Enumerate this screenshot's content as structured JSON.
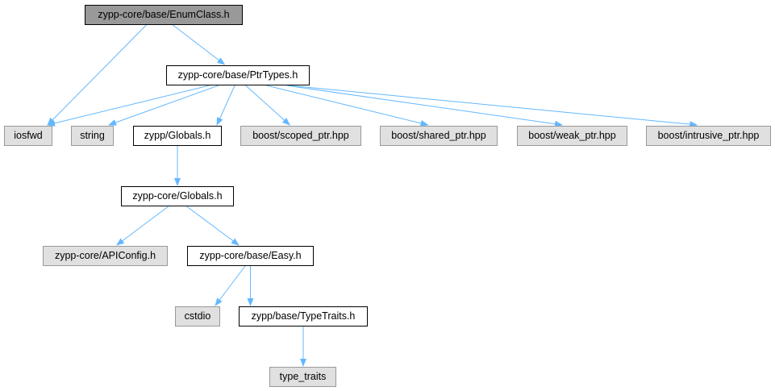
{
  "colors": {
    "edge": "#63b8ff",
    "root_fill": "#999999",
    "internal_fill": "#ffffff",
    "external_fill": "#e0e0e0"
  },
  "nodes": {
    "root": "zypp-core/base/EnumClass.h",
    "ptrtypes": "zypp-core/base/PtrTypes.h",
    "iosfwd": "iosfwd",
    "string": "string",
    "zypp_globals": "zypp/Globals.h",
    "scoped_ptr": "boost/scoped_ptr.hpp",
    "shared_ptr": "boost/shared_ptr.hpp",
    "weak_ptr": "boost/weak_ptr.hpp",
    "intrusive_ptr": "boost/intrusive_ptr.hpp",
    "core_globals": "zypp-core/Globals.h",
    "apiconfig": "zypp-core/APIConfig.h",
    "easy": "zypp-core/base/Easy.h",
    "cstdio": "cstdio",
    "typetraits": "zypp/base/TypeTraits.h",
    "type_traits": "type_traits"
  },
  "edges": [
    [
      "root",
      "iosfwd"
    ],
    [
      "root",
      "ptrtypes"
    ],
    [
      "ptrtypes",
      "iosfwd"
    ],
    [
      "ptrtypes",
      "string"
    ],
    [
      "ptrtypes",
      "zypp_globals"
    ],
    [
      "ptrtypes",
      "scoped_ptr"
    ],
    [
      "ptrtypes",
      "shared_ptr"
    ],
    [
      "ptrtypes",
      "weak_ptr"
    ],
    [
      "ptrtypes",
      "intrusive_ptr"
    ],
    [
      "zypp_globals",
      "core_globals"
    ],
    [
      "core_globals",
      "apiconfig"
    ],
    [
      "core_globals",
      "easy"
    ],
    [
      "easy",
      "cstdio"
    ],
    [
      "easy",
      "typetraits"
    ],
    [
      "typetraits",
      "type_traits"
    ]
  ]
}
